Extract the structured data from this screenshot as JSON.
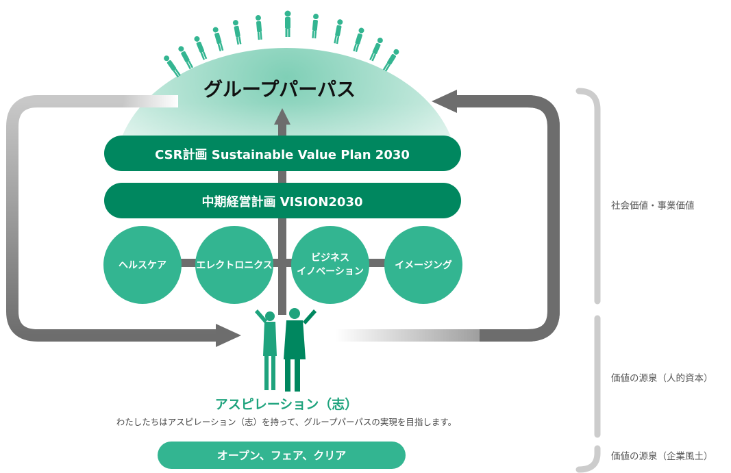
{
  "title": "グループパーパス",
  "plans": {
    "csr": "CSR計画 Sustainable Value Plan 2030",
    "mid_term": "中期経営計画 VISION2030"
  },
  "businesses": [
    {
      "lines": [
        "ヘルスケア"
      ]
    },
    {
      "lines": [
        "エレクトロニクス"
      ]
    },
    {
      "lines": [
        "ビジネス",
        "イノベーション"
      ]
    },
    {
      "lines": [
        "イメージング"
      ]
    }
  ],
  "aspiration": {
    "title": "アスピレーション（志）",
    "description": "わたしたちはアスピレーション（志）を持って、グループパーパスの実現を目指します。"
  },
  "culture": "オープン、フェア、クリア",
  "side_labels": {
    "value": "社会価値・事業価値",
    "human_capital": "価値の源泉（人的資本）",
    "culture": "価値の源泉（企業風土）"
  },
  "colors": {
    "dark_green": "#00875f",
    "light_green": "#33b591",
    "arrow_gray": "#6d6d6d",
    "bracket_gray": "#cccccc",
    "globe": "#a8ded0"
  },
  "icons": {
    "people_on_globe": "people-silhouettes",
    "couple": "couple-silhouette"
  }
}
